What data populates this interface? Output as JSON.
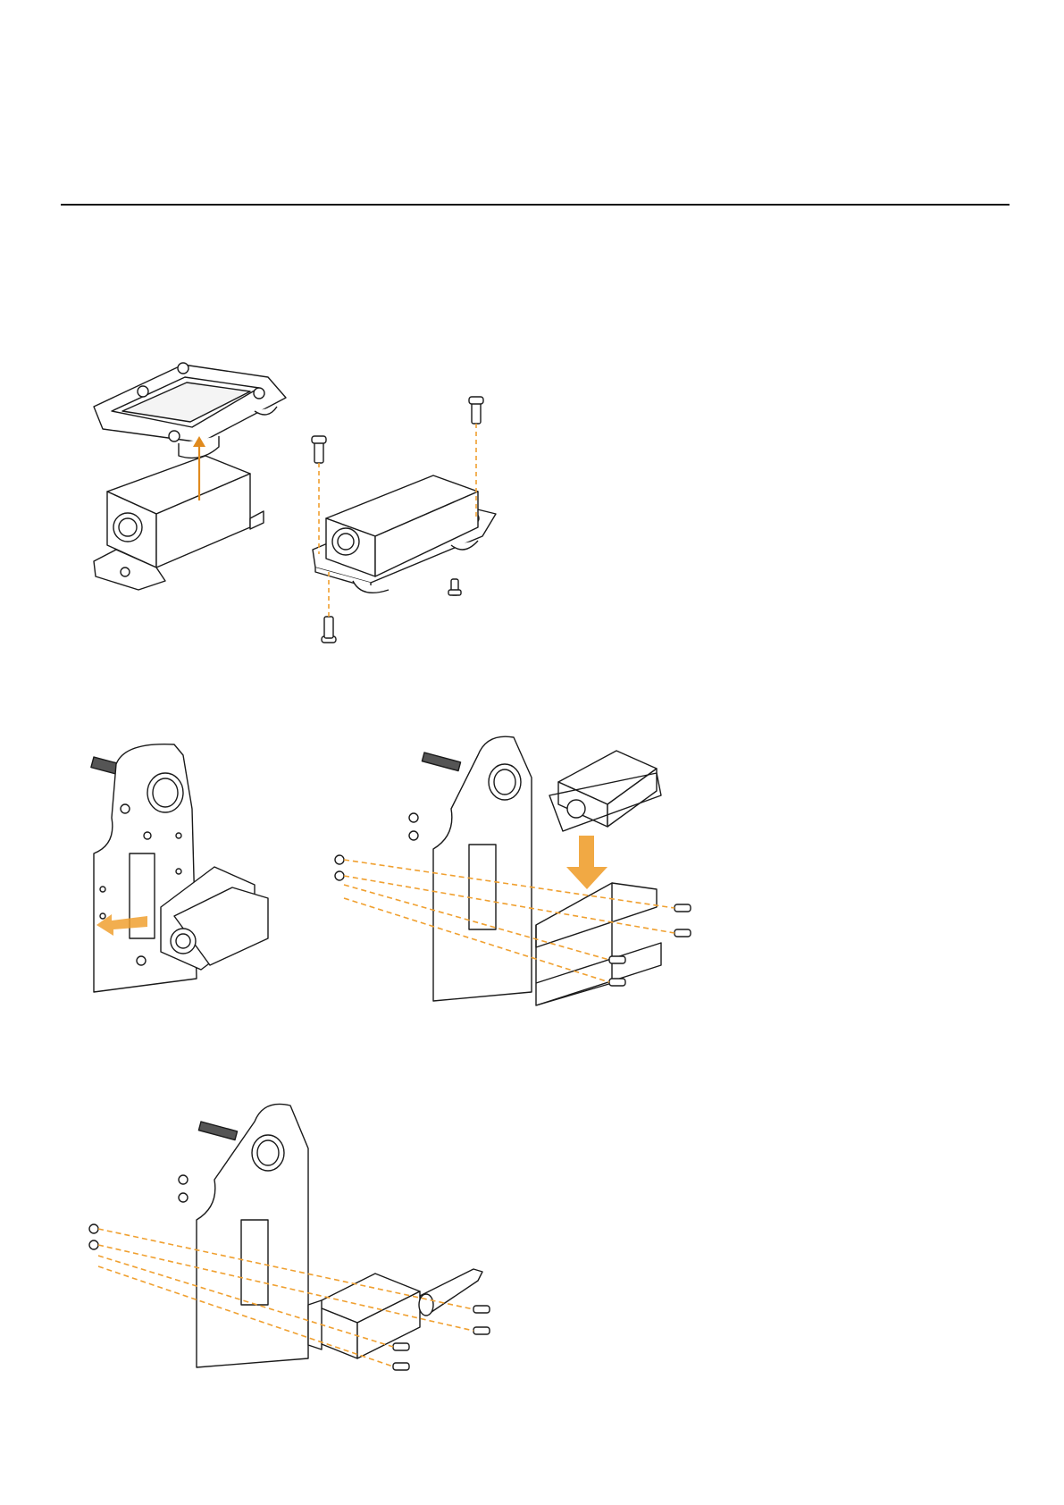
{
  "page": {
    "colors": {
      "line": "#1a1a1a",
      "accent": "#f0a030",
      "accent_dark": "#e08a1e",
      "paper": "#ffffff"
    }
  },
  "figures": [
    {
      "name": "fig-sensor-unmount-from-base"
    },
    {
      "name": "fig-sensor-mount-with-screws"
    },
    {
      "name": "fig-plate-insert-sensor"
    },
    {
      "name": "fig-plate-bracket-assembly"
    },
    {
      "name": "fig-plate-sensor-probe-assembly"
    }
  ]
}
